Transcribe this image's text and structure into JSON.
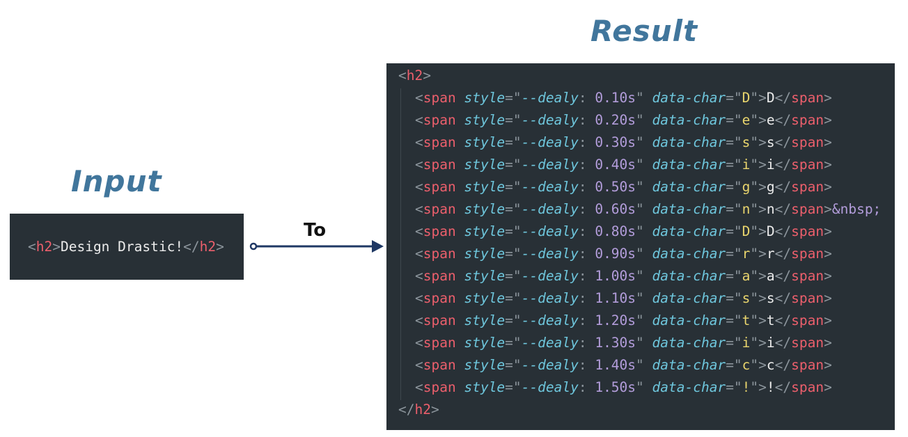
{
  "result_title": "Result",
  "input_title": "Input",
  "arrow_label": "To",
  "colors": {
    "background": "#283036",
    "tag": "#ec5f6c",
    "punct": "#8c959c",
    "attr": "#6ec6dc",
    "string": "#e9d56d",
    "number": "#b39ddb",
    "text": "#ececec",
    "heading": "#41769c",
    "arrow": "#1f3864"
  },
  "input": {
    "tag": "h2",
    "text": "Design Drastic!"
  },
  "result": {
    "tag": "h2",
    "attr_style": "style",
    "var_name": "--dealy",
    "attr_char": "data-char",
    "span_tag": "span",
    "lines": [
      {
        "delay": "0.10s",
        "char": "D"
      },
      {
        "delay": "0.20s",
        "char": "e"
      },
      {
        "delay": "0.30s",
        "char": "s"
      },
      {
        "delay": "0.40s",
        "char": "i"
      },
      {
        "delay": "0.50s",
        "char": "g"
      },
      {
        "delay": "0.60s",
        "char": "n",
        "suffix": "&nbsp;"
      },
      {
        "delay": "0.80s",
        "char": "D"
      },
      {
        "delay": "0.90s",
        "char": "r"
      },
      {
        "delay": "1.00s",
        "char": "a"
      },
      {
        "delay": "1.10s",
        "char": "s"
      },
      {
        "delay": "1.20s",
        "char": "t"
      },
      {
        "delay": "1.30s",
        "char": "i"
      },
      {
        "delay": "1.40s",
        "char": "c"
      },
      {
        "delay": "1.50s",
        "char": "!"
      }
    ]
  }
}
